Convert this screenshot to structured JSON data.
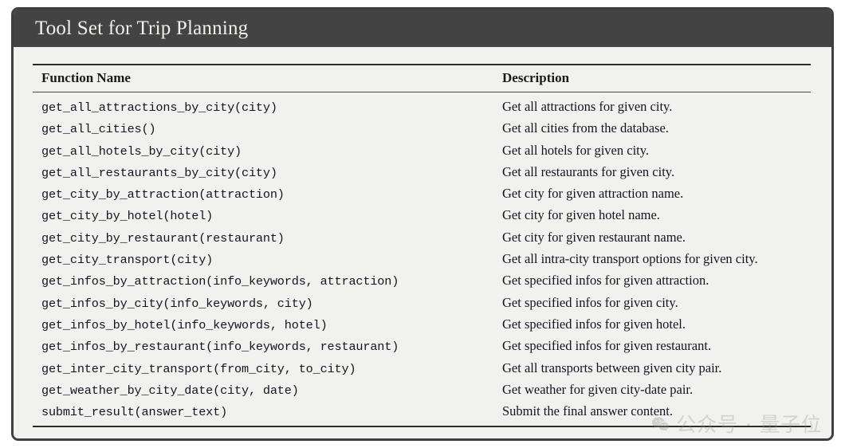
{
  "card": {
    "title": "Tool Set for Trip Planning",
    "header_color": "#434343",
    "body_color": "#f1f1f0",
    "border_color": "#3f3f3f"
  },
  "table": {
    "columns": [
      "Function Name",
      "Description"
    ],
    "rows": [
      {
        "function": "get_all_attractions_by_city(city)",
        "description": "Get all attractions for given city."
      },
      {
        "function": "get_all_cities()",
        "description": "Get all cities from the database."
      },
      {
        "function": "get_all_hotels_by_city(city)",
        "description": "Get all hotels for given city."
      },
      {
        "function": "get_all_restaurants_by_city(city)",
        "description": "Get all restaurants for given city."
      },
      {
        "function": "get_city_by_attraction(attraction)",
        "description": "Get city for given attraction name."
      },
      {
        "function": "get_city_by_hotel(hotel)",
        "description": "Get city for given hotel name."
      },
      {
        "function": "get_city_by_restaurant(restaurant)",
        "description": "Get city for given restaurant name."
      },
      {
        "function": "get_city_transport(city)",
        "description": "Get all intra-city transport options for given city."
      },
      {
        "function": "get_infos_by_attraction(info_keywords, attraction)",
        "description": "Get specified infos for given attraction."
      },
      {
        "function": "get_infos_by_city(info_keywords, city)",
        "description": "Get specified infos for given city."
      },
      {
        "function": "get_infos_by_hotel(info_keywords, hotel)",
        "description": "Get specified infos for given hotel."
      },
      {
        "function": "get_infos_by_restaurant(info_keywords, restaurant)",
        "description": "Get specified infos for given restaurant."
      },
      {
        "function": "get_inter_city_transport(from_city, to_city)",
        "description": "Get all transports between given city pair."
      },
      {
        "function": "get_weather_by_city_date(city, date)",
        "description": "Get weather for given city-date pair."
      },
      {
        "function": "submit_result(answer_text)",
        "description": "Submit the final answer content."
      }
    ]
  },
  "watermark": {
    "icon": "wechat-icon",
    "text": "公众号 · 量子位",
    "color": "#8c8c8c"
  }
}
